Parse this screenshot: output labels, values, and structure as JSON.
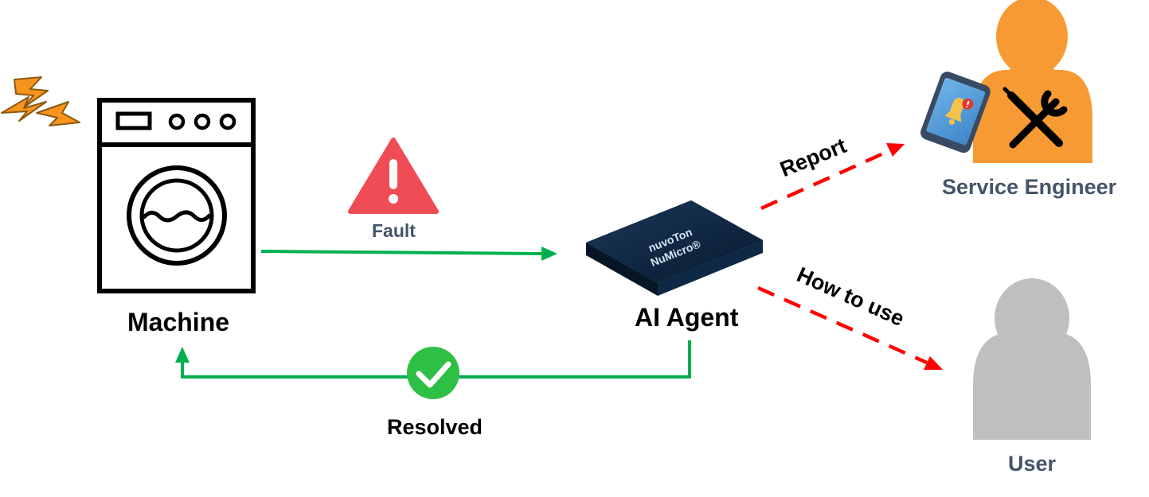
{
  "diagram": {
    "nodes": {
      "machine": {
        "label": "Machine",
        "icon": "washing-machine-icon"
      },
      "ai_agent": {
        "label": "AI Agent",
        "icon": "microcontroller-chip-icon",
        "chip_brand": "nuvoTon",
        "chip_model": "NuMicro®"
      },
      "service_engineer": {
        "label": "Service Engineer",
        "icon": "engineer-person-icon",
        "color": "#F79A33"
      },
      "user": {
        "label": "User",
        "icon": "user-person-icon",
        "color": "#BFBFBF"
      }
    },
    "edges": {
      "fault": {
        "label": "Fault",
        "from": "machine",
        "to": "ai_agent",
        "style": "solid",
        "color": "#00B050",
        "icon": "warning-triangle-icon"
      },
      "resolved": {
        "label": "Resolved",
        "from": "ai_agent",
        "to": "machine",
        "style": "solid",
        "color": "#00B050",
        "icon": "checkmark-circle-icon"
      },
      "report": {
        "label": "Report",
        "from": "ai_agent",
        "to": "service_engineer",
        "style": "dashed",
        "color": "#FF0000"
      },
      "how_to_use": {
        "label": "How to use",
        "from": "ai_agent",
        "to": "user",
        "style": "dashed",
        "color": "#FF0000"
      }
    },
    "decorations": {
      "spark": {
        "icon": "lightning-spark-icon",
        "color": "#F7941D"
      },
      "tablet": {
        "icon": "tablet-alert-icon"
      },
      "tools": {
        "icon": "wrench-screwdriver-icon"
      }
    },
    "colors": {
      "label_slate": "#44546A",
      "warning_red": "#EF4C55",
      "check_green": "#2EC045"
    }
  }
}
